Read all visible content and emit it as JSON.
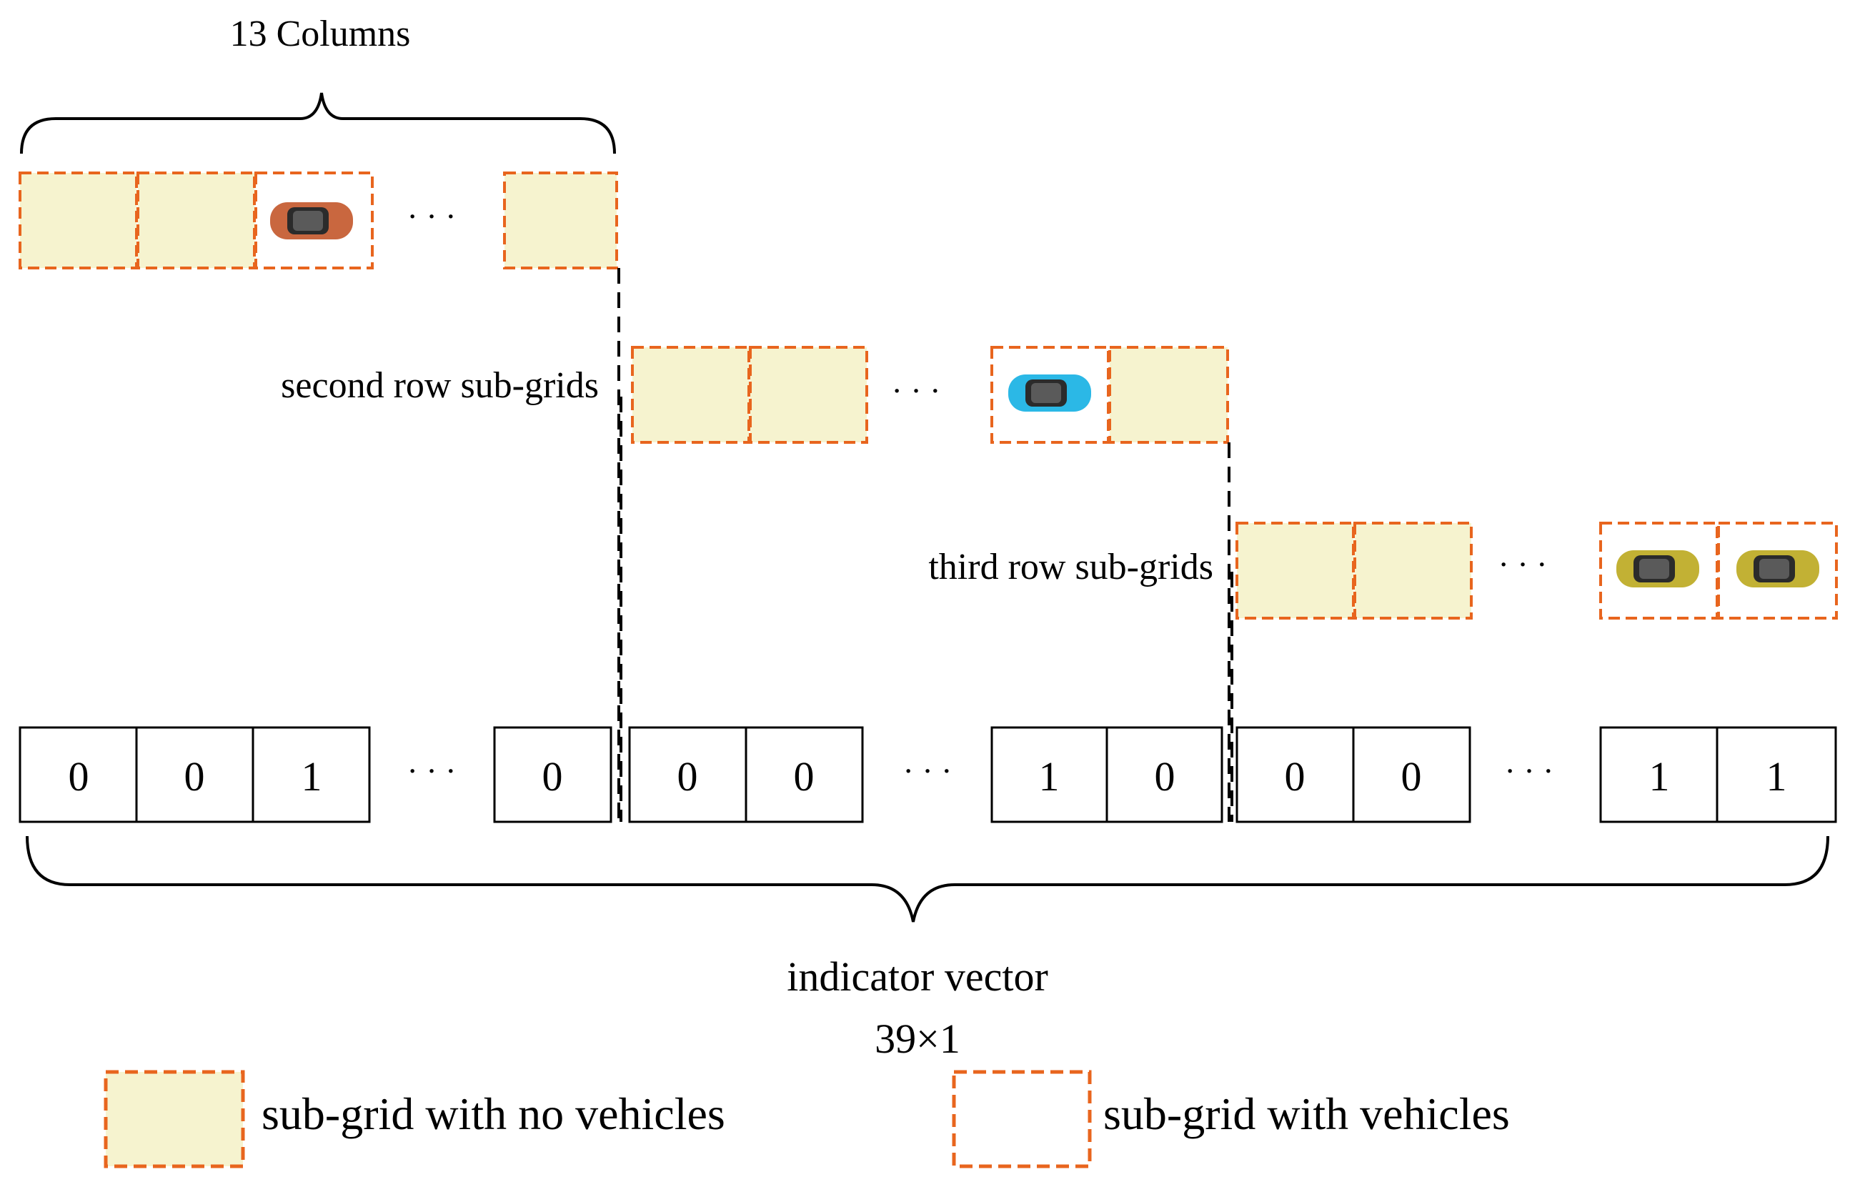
{
  "colors": {
    "empty_fill": "#f6f3cf",
    "dash_border": "#e8651e",
    "car_orange": "#c9673f",
    "car_blue": "#2bb8e6",
    "car_olive": "#c2b134",
    "ink": "#000000"
  },
  "labels": {
    "columns": "13 Columns",
    "second_row": "second row sub-grids",
    "third_row": "third row sub-grids",
    "indicator": "indicator vector",
    "dimension": "39×1",
    "ellipsis": "· · ·"
  },
  "legend": {
    "empty": "sub-grid with no vehicles",
    "occupied": "sub-grid with vehicles"
  },
  "rows": {
    "first": [
      "empty",
      "empty",
      "car-orange",
      "ellipsis",
      "empty"
    ],
    "second": [
      "empty",
      "empty",
      "ellipsis",
      "car-blue",
      "empty"
    ],
    "third": [
      "empty",
      "empty",
      "ellipsis",
      "car-olive",
      "car-olive"
    ]
  },
  "vector": {
    "segment1": [
      "0",
      "0",
      "1",
      "· · ·",
      "0"
    ],
    "segment2": [
      "0",
      "0",
      "· · ·",
      "1",
      "0"
    ],
    "segment3": [
      "0",
      "0",
      "· · ·",
      "1",
      "1"
    ]
  }
}
